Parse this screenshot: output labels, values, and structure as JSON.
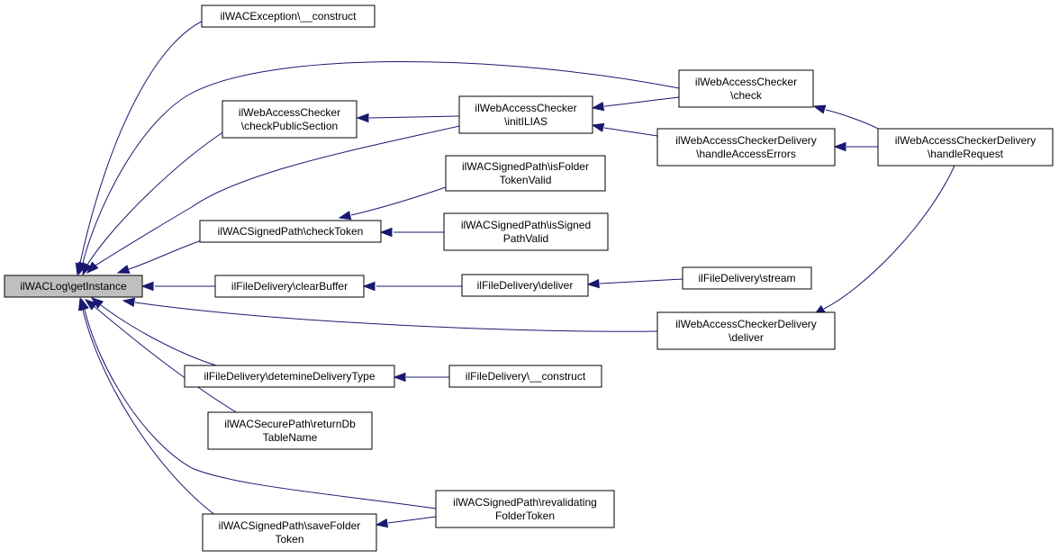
{
  "nodes": {
    "getInstance": [
      "ilWACLog\\getInstance"
    ],
    "wacExcConstruct": [
      "ilWACException\\__construct"
    ],
    "checkPublicSection": [
      "ilWebAccessChecker",
      "\\checkPublicSection"
    ],
    "initILIAS": [
      "ilWebAccessChecker",
      "\\initILIAS"
    ],
    "check": [
      "ilWebAccessChecker",
      "\\check"
    ],
    "handleAccessErrors": [
      "ilWebAccessCheckerDelivery",
      "\\handleAccessErrors"
    ],
    "handleRequest": [
      "ilWebAccessCheckerDelivery",
      "\\handleRequest"
    ],
    "isFolderTokenValid": [
      "ilWACSignedPath\\isFolder",
      "TokenValid"
    ],
    "checkToken": [
      "ilWACSignedPath\\checkToken"
    ],
    "isSignedPathValid": [
      "ilWACSignedPath\\isSigned",
      "PathValid"
    ],
    "clearBuffer": [
      "ilFileDelivery\\clearBuffer"
    ],
    "fdDeliver": [
      "ilFileDelivery\\deliver"
    ],
    "stream": [
      "ilFileDelivery\\stream"
    ],
    "wacdDeliver": [
      "ilWebAccessCheckerDelivery",
      "\\deliver"
    ],
    "determineType": [
      "ilFileDelivery\\detemineDeliveryType"
    ],
    "fdConstruct": [
      "ilFileDelivery\\__construct"
    ],
    "returnDbTableName": [
      "ilWACSecurePath\\returnDb",
      "TableName"
    ],
    "revalidating": [
      "ilWACSignedPath\\revalidating",
      "FolderToken"
    ],
    "saveFolderToken": [
      "ilWACSignedPath\\saveFolder",
      "Token"
    ]
  },
  "colors": {
    "edge": "#191970",
    "root_fill": "#bfbfbf",
    "node_fill": "#ffffff"
  }
}
